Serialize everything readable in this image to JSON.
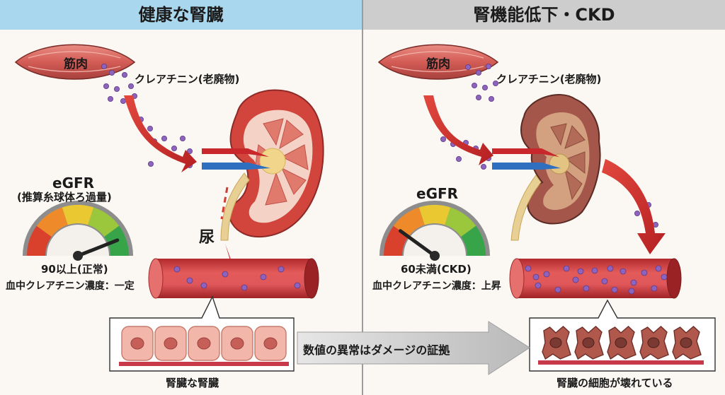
{
  "colors": {
    "left_header_bg": "#a9d8ee",
    "right_header_bg": "#cdcdcd",
    "artery_red": "#c8282c",
    "vein_blue": "#2f6fc0",
    "creatinine_purple": "#8e63bd",
    "vessel_red": "#cf4446",
    "gauge_red": "#d9412c",
    "gauge_orange": "#ef8a2b",
    "gauge_yellow": "#e9c832",
    "gauge_light_green": "#9bc73d",
    "gauge_green": "#37a44a",
    "cell_pink": "#f2b7aa",
    "damaged_cell_brown": "#b0584b",
    "banner_gray": "#cfcfcf"
  },
  "left_panel": {
    "header": "健康な腎臓",
    "muscle_label": "筋肉",
    "creatinine_label": "クレアチニン(老廃物)",
    "egfr_title": "eGFR",
    "egfr_subtitle": "(推算糸球体ろ過量)",
    "gauge_level": 0.88,
    "urine_label": "尿",
    "value_label": "90以上(正常)",
    "blood_label": "血中クレアチニン濃度：一定",
    "cell_caption": "腎臓な腎臓"
  },
  "right_panel": {
    "header": "腎機能低下・CKD",
    "muscle_label": "筋肉",
    "creatinine_label": "クレアチニン(老廃物)",
    "egfr_title": "eGFR",
    "gauge_level": 0.2,
    "value_label": "60未満(CKD)",
    "blood_label": "血中クレアチニン濃度：上昇",
    "cell_caption": "腎臓の細胞が壊れている"
  },
  "center_banner": {
    "text": "数値の異常はダメージの証拠"
  },
  "icons": [
    "muscle-icon",
    "kidney-icon",
    "damaged-kidney-icon",
    "gauge-icon",
    "blood-vessel-icon",
    "cell-icon",
    "arrow-icon"
  ]
}
